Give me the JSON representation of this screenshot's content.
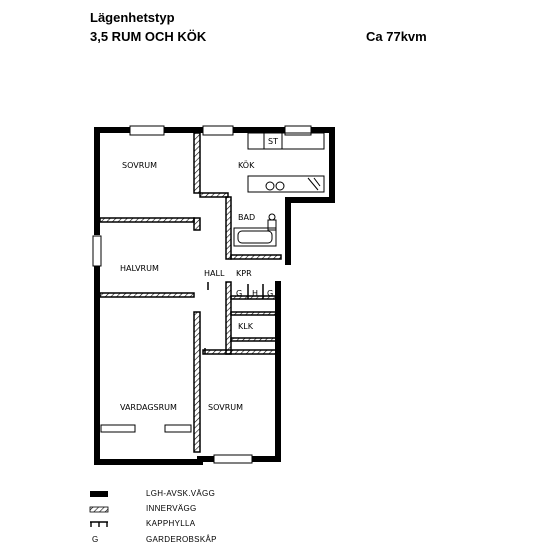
{
  "header": {
    "title": "Lägenhetstyp",
    "type": "3,5 RUM OCH KÖK",
    "area": "Ca 77kvm"
  },
  "rooms": {
    "bedroom_top": "SOVRUM",
    "kitchen": "KÖK",
    "stove": "ST",
    "bath": "BAD",
    "half_room": "HALVRUM",
    "hall": "HALL",
    "closet_kpr": "KPR",
    "wardrobe_1": "G",
    "wardrobe_2": "H",
    "wardrobe_3": "G",
    "closet_klk": "KLK",
    "living_room": "VARDAGSRUM",
    "bedroom_bottom": "SOVRUM"
  },
  "legend": {
    "apartment_wall": "LGH-AVSK.VÄGG",
    "inner_wall": "INNERVÄGG",
    "hat_shelf": "KAPPHYLLA",
    "wardrobe_symbol": "G",
    "wardrobe": "GARDEROBSKÅP"
  }
}
